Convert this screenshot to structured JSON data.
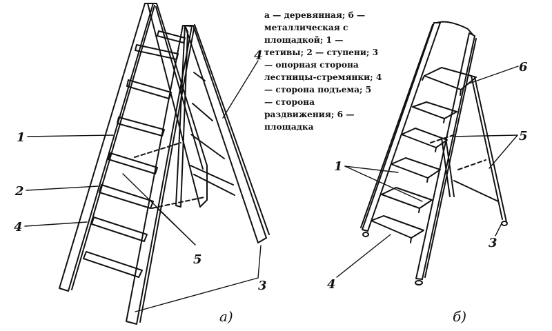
{
  "legend_lines": [
    "а — деревянная; б —",
    "металлическая с",
    "площадкой; 1 —",
    "тетивы; 2 — ступени; 3",
    "— опорная сторона",
    "лестницы-стремянки; 4",
    "— сторона подъема; 5",
    "— сторона",
    "раздвижения; 6  —",
    "площадка"
  ],
  "figure_a": {
    "caption": "а)",
    "callouts": {
      "n1": "1",
      "n2": "2",
      "n4_left": "4",
      "n4_top": "4",
      "n5": "5",
      "n3": "3"
    }
  },
  "figure_b": {
    "caption": "б)",
    "callouts": {
      "n1": "1",
      "n5": "5",
      "n6": "6",
      "n3": "3",
      "n4": "4"
    }
  },
  "colors": {
    "ink": "#111111",
    "paper": "#ffffff"
  }
}
